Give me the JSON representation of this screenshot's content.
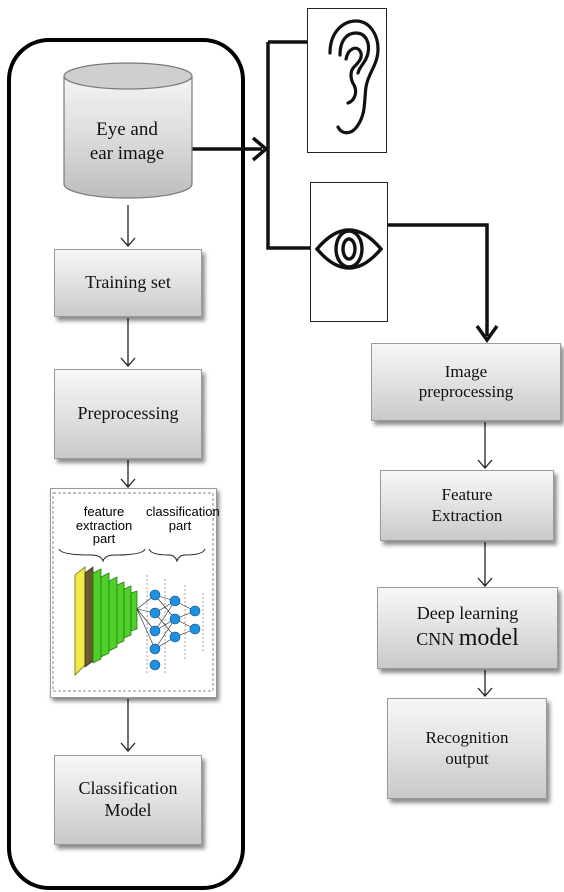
{
  "database": {
    "line1": "Eye and",
    "line2": "ear image"
  },
  "left_flow": {
    "training_set": "Training set",
    "preprocessing": "Preprocessing",
    "classification": {
      "line1": "Classification",
      "line2": "Model"
    }
  },
  "cnn_figure": {
    "feature_label": {
      "line1": "feature",
      "line2": "extraction part"
    },
    "classification_label": {
      "line1": "classification",
      "line2": "part"
    }
  },
  "icons": {
    "ear": "ear-icon",
    "eye": "eye-icon"
  },
  "right_flow": {
    "image_preprocessing": {
      "line1": "Image",
      "line2": "preprocessing"
    },
    "feature_extraction": {
      "line1": "Feature",
      "line2": "Extraction"
    },
    "deep_learning": {
      "line1": "Deep learning",
      "line2a": "CNN ",
      "line2b": "model"
    },
    "recognition": {
      "line1": "Recognition",
      "line2": "output"
    }
  },
  "colors": {
    "box_top": "#f7f7f7",
    "box_bottom": "#c9c9c9",
    "cnn_green": "#4fcf2a",
    "cnn_yellow": "#f2ea4a",
    "cnn_blue": "#1f8fe0"
  }
}
